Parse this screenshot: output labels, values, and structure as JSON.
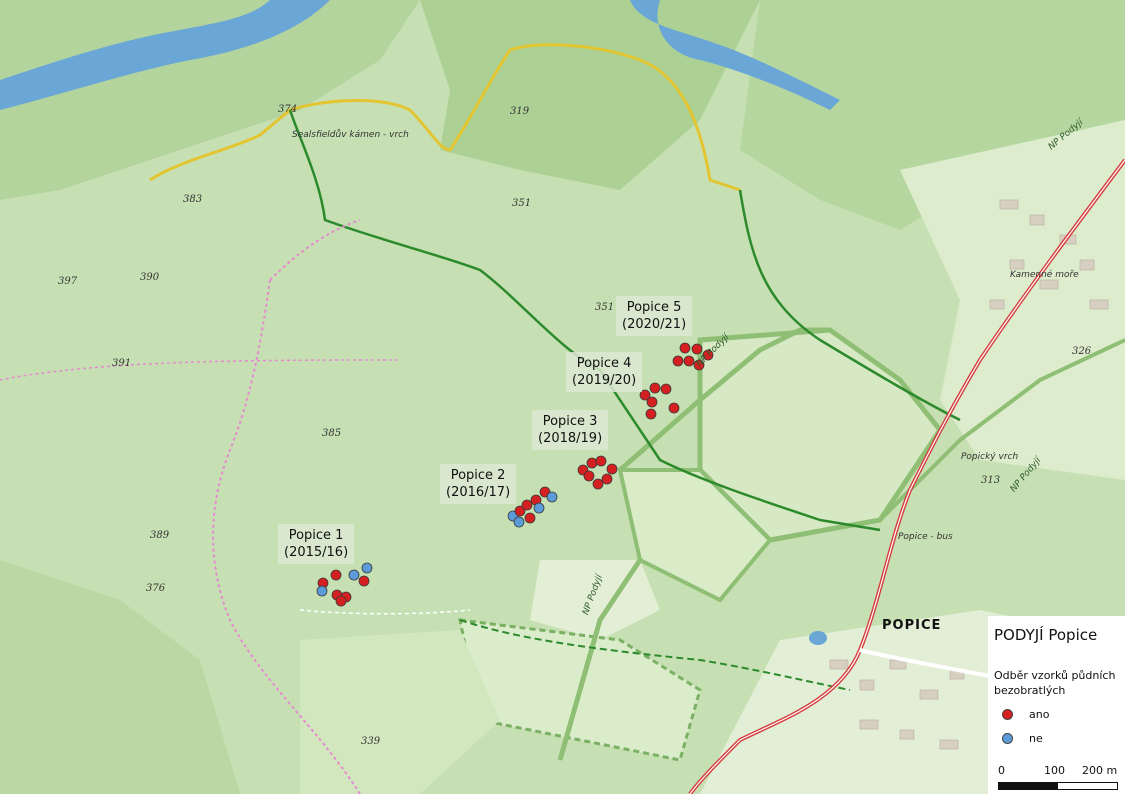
{
  "map_labels": {
    "sites": [
      {
        "name": "Popice 1",
        "season": "(2015/16)"
      },
      {
        "name": "Popice 2",
        "season": "(2016/17)"
      },
      {
        "name": "Popice 3",
        "season": "(2018/19)"
      },
      {
        "name": "Popice 4",
        "season": "(2019/20)"
      },
      {
        "name": "Popice 5",
        "season": "(2020/21)"
      }
    ],
    "elevations": [
      "374",
      "319",
      "383",
      "351",
      "397",
      "390",
      "391",
      "385",
      "389",
      "376",
      "351",
      "326",
      "313",
      "339"
    ],
    "town": "POPICE",
    "national_park": [
      "NP Podyjí",
      "NP Podyjí",
      "NP Podyjí",
      "NP Podyjí"
    ],
    "places": [
      "Popický vrch",
      "Popice - bus",
      "Sealsfieldův kámen - vrch",
      "Kamenné moře"
    ]
  },
  "legend": {
    "title": "PODYJÍ Popice",
    "subtitle": "Odběr vzorků půdních bezobratlých",
    "items": [
      {
        "label": "ano",
        "color": "#d42020"
      },
      {
        "label": "ne",
        "color": "#5b9bd8"
      }
    ],
    "scale": {
      "labels": [
        "0",
        "100",
        "200 m"
      ]
    }
  },
  "colors": {
    "sampled_yes": "#d42020",
    "sampled_no": "#5b9bd8",
    "terrain": "#c5dfb1",
    "forest_dark": "#a9cf93",
    "river": "#6aa6d6",
    "trail_green": "#2c8a2c",
    "road_red": "#d63c3c",
    "park_boundary": "#8fbf74",
    "trail_yellow": "#e2c530"
  }
}
